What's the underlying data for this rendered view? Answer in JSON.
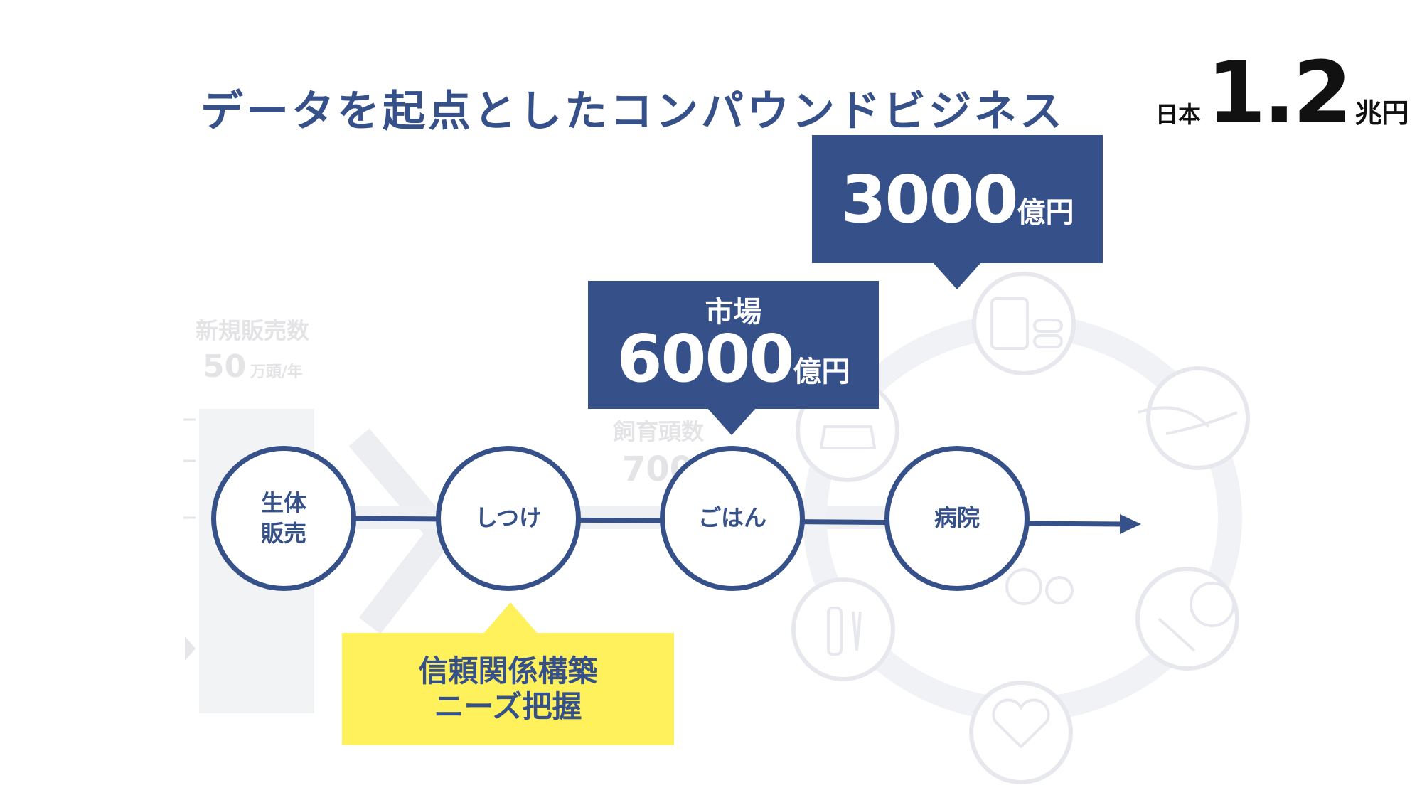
{
  "title": "データを起点としたコンパウンドビジネス",
  "market_total": {
    "prefix": "日本",
    "value": "1.2",
    "unit": "兆円"
  },
  "callout_3000": {
    "value": "3000",
    "unit": "億円"
  },
  "callout_6000": {
    "label": "市場",
    "value": "6000",
    "unit": "億円"
  },
  "nodes": [
    {
      "line1": "生体",
      "line2": "販売"
    },
    {
      "line1": "しつけ"
    },
    {
      "line1": "ごはん"
    },
    {
      "line1": "病院"
    }
  ],
  "yellow_box": {
    "line1": "信頼関係構築",
    "line2": "ニーズ把握"
  },
  "background": {
    "new_sales_label": "新規販売数",
    "new_sales_value": "50",
    "new_sales_unit": "万頭/年",
    "owned_label": "飼育頭数",
    "owned_value": "700"
  },
  "colors": {
    "navy": "#36508a",
    "yellow": "#fef15b",
    "faded": "#e4e4e6"
  }
}
